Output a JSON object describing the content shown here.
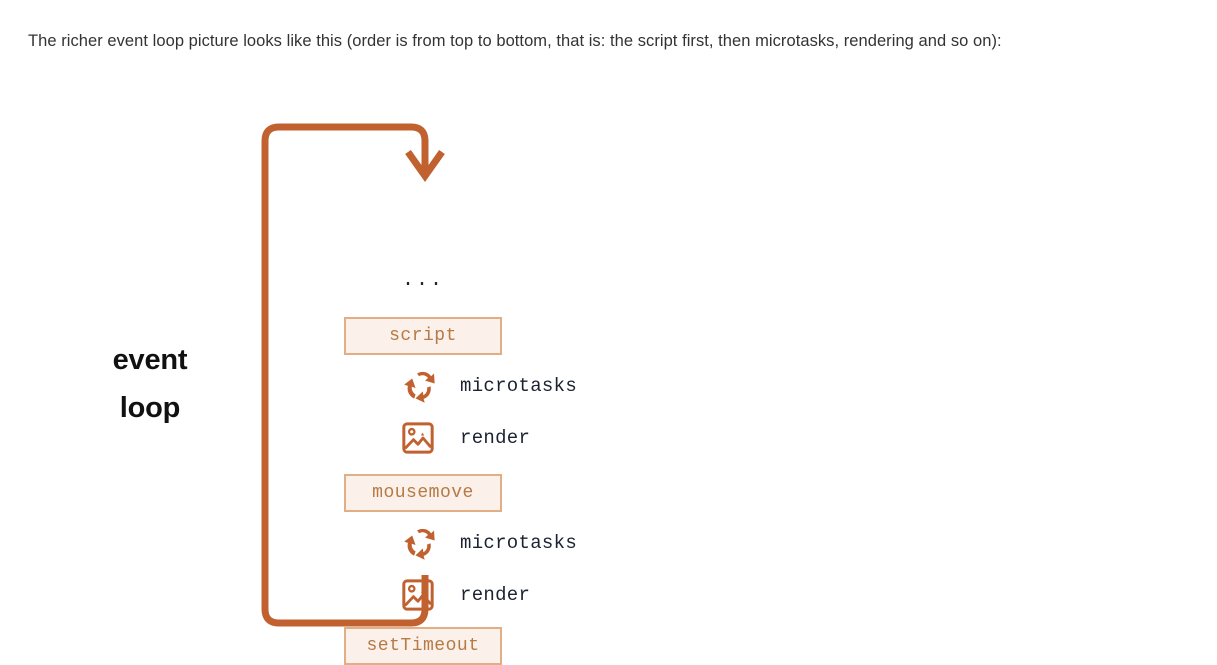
{
  "page": {
    "intro_text": "The richer event loop picture looks like this (order is from top to bottom, that is: the script first, then microtasks, rendering and so on):"
  },
  "colors": {
    "loop_stroke": "#c0612f",
    "box_fill": "#fbf1ea",
    "box_border": "#e1ae86",
    "box_text": "#b57a45",
    "label_text": "#1b2332",
    "body_text": "#333333",
    "icon": "#c0612f"
  },
  "diagram": {
    "loop_label_line1": "event",
    "loop_label_line2": "loop",
    "ellipsis": "...",
    "steps": [
      {
        "kind": "box",
        "label": "script"
      },
      {
        "kind": "icon",
        "icon": "microtasks-icon",
        "label": "microtasks"
      },
      {
        "kind": "icon",
        "icon": "render-icon",
        "label": "render"
      },
      {
        "kind": "box",
        "label": "mousemove"
      },
      {
        "kind": "icon",
        "icon": "microtasks-icon",
        "label": "microtasks"
      },
      {
        "kind": "icon",
        "icon": "render-icon",
        "label": "render"
      },
      {
        "kind": "box",
        "label": "setTimeout"
      }
    ]
  }
}
